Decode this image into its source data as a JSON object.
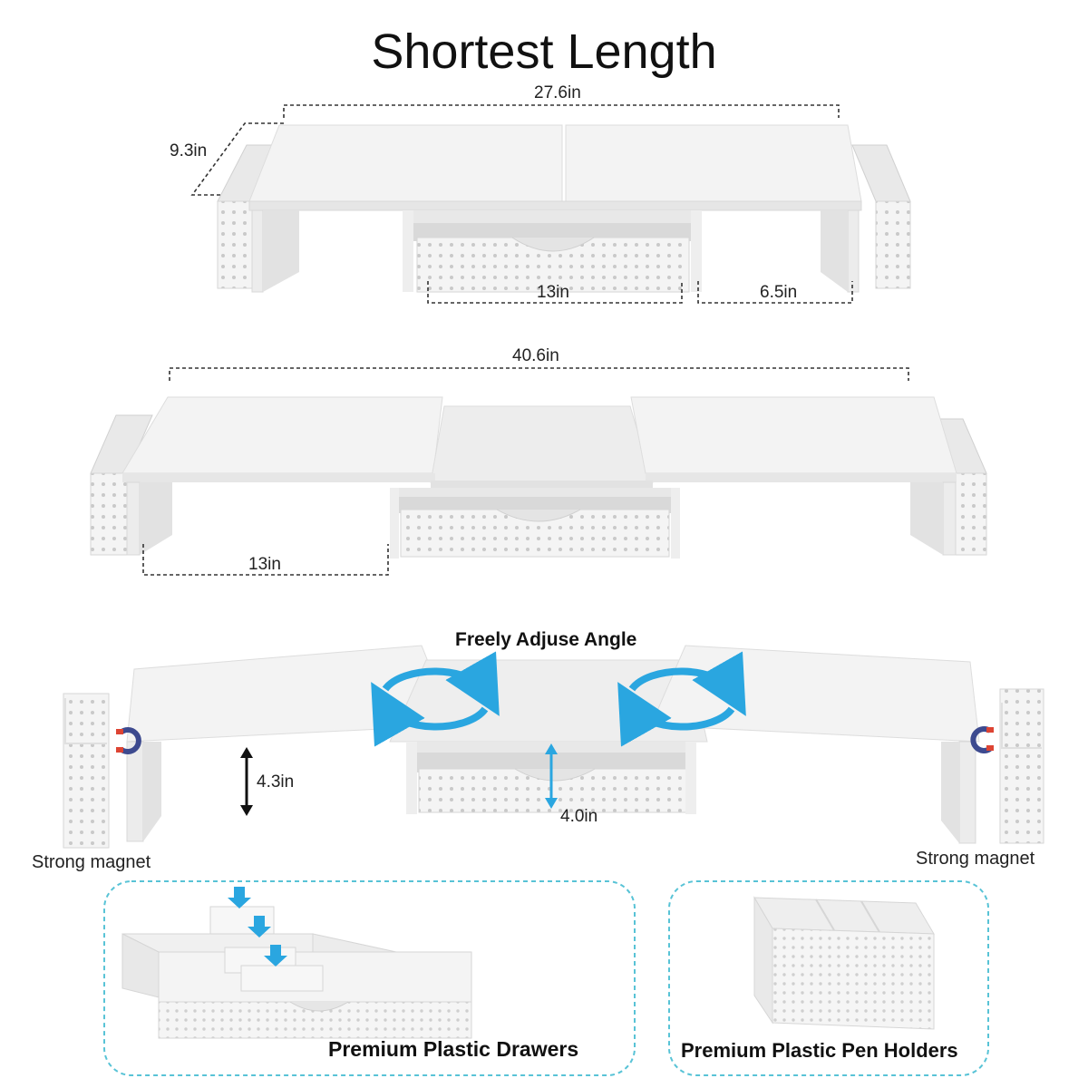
{
  "title": "Shortest Length",
  "section_short": {
    "width_label": "27.6in",
    "depth_label": "9.3in",
    "drawer_label": "13in",
    "leg_label": "6.5in"
  },
  "section_long": {
    "width_label": "40.6in",
    "span_label": "13in"
  },
  "section_angle": {
    "heading": "Freely Adjuse Angle",
    "height_left": "4.3in",
    "height_drawer": "4.0in",
    "magnet_left": "Strong magnet",
    "magnet_right": "Strong magnet"
  },
  "panels": {
    "drawers_caption": "Premium Plastic Drawers",
    "pen_caption": "Premium Plastic Pen Holders"
  },
  "colors": {
    "accent_blue": "#2aa6e0",
    "panel_border": "#58c3d6",
    "shelf": "#f2f2f2",
    "shelf_edge": "#dcdcdc"
  }
}
